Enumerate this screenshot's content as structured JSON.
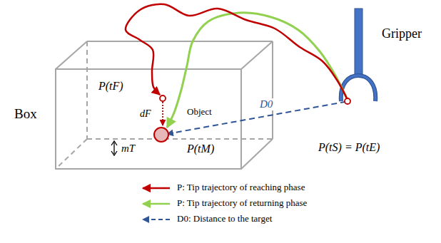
{
  "diagram": {
    "labels": [
      "Gripper",
      "P(tF)",
      "dF",
      "Object",
      "D0",
      "Box",
      "P(tS) = P(tE)",
      "mT",
      "P(tM)"
    ],
    "legend": [
      {
        "text": "P: Tip trajectory of reaching phase"
      },
      {
        "text": "P: Tip trajectory of returning phase"
      },
      {
        "text": "D0: Distance to the target"
      }
    ]
  }
}
